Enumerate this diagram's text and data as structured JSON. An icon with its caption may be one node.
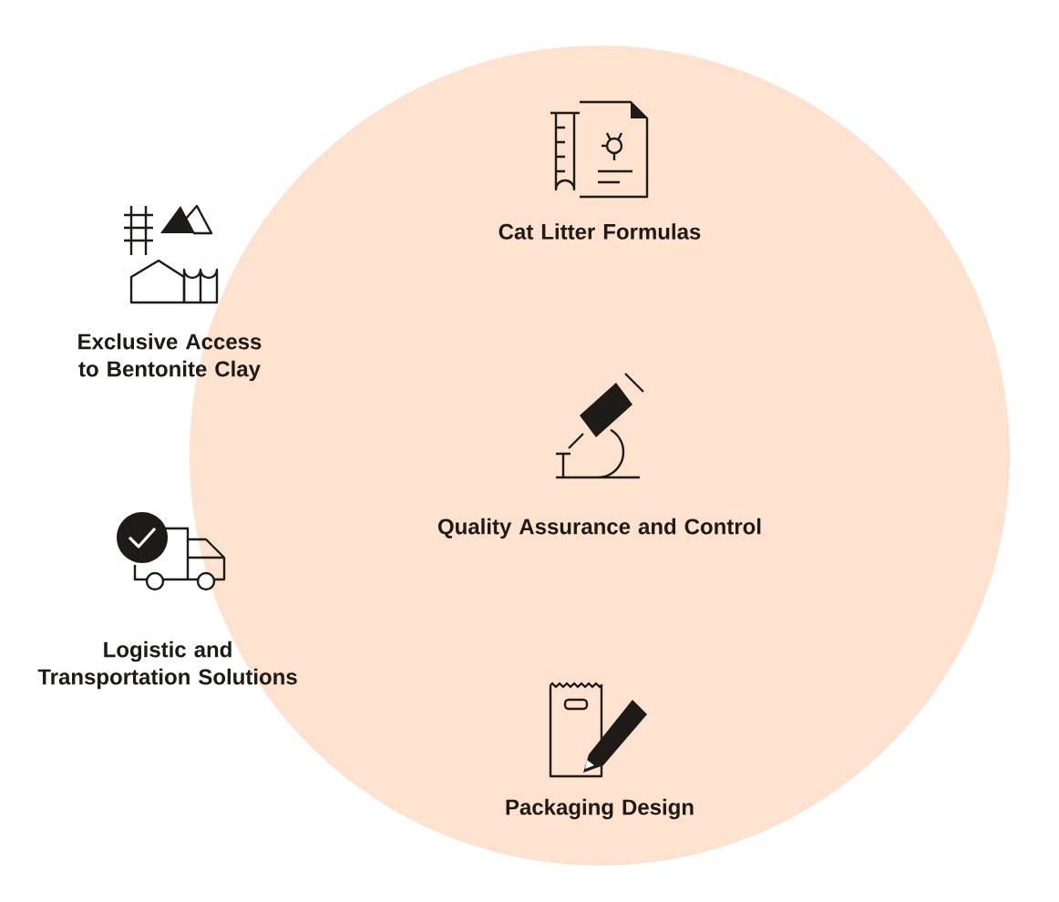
{
  "diagram": {
    "nodes": [
      {
        "text": [
          "Cat Litter Formulas",
          "Quality Assurance and Control",
          "Packaging Design"
        ]
      }
    ],
    "labels": [
      "Exclusive Access to Bentonite Clay",
      "Logistic and Transportation Solutions"
    ]
  }
}
